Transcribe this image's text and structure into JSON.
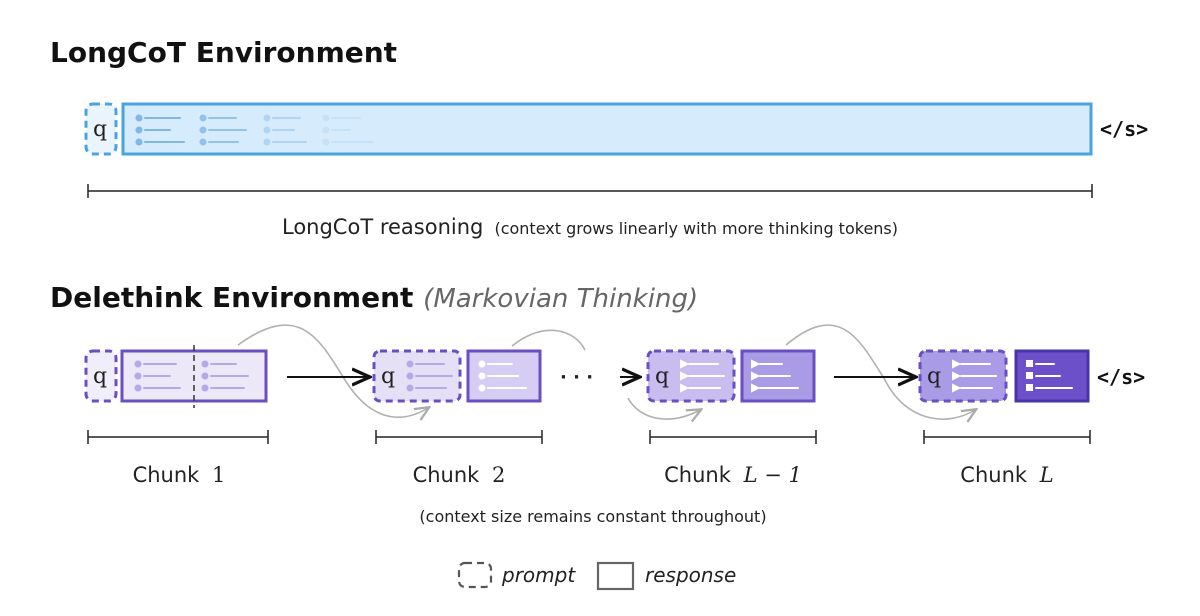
{
  "longcot": {
    "title": "LongCoT Environment",
    "prompt_symbol": "q",
    "end_token": "</s>",
    "reasoning_label": "LongCoT reasoning",
    "reasoning_note": "(context grows linearly with more thinking tokens)"
  },
  "delethink": {
    "title": "Delethink Environment",
    "subtitle": "(Markovian Thinking)",
    "prompt_symbol": "q",
    "end_token": "</s>",
    "ellipsis": "· · ·",
    "chunks": [
      {
        "word": "Chunk",
        "index": "1"
      },
      {
        "word": "Chunk",
        "index": "2"
      },
      {
        "word": "Chunk",
        "index": "L − 1"
      },
      {
        "word": "Chunk",
        "index": "L"
      }
    ],
    "constant_note": "(context size remains constant throughout)"
  },
  "legend": {
    "prompt_label": "prompt",
    "response_label": "response"
  },
  "colors": {
    "blue_border": "#4aa3df",
    "blue_fill": "#d6ebfb",
    "purple_border": "#6a4fc2",
    "purple_light": "#ece8f8",
    "purple_mid": "#c9bdef",
    "purple_strong": "#a99be6",
    "purple_dark": "#6b50c9"
  }
}
